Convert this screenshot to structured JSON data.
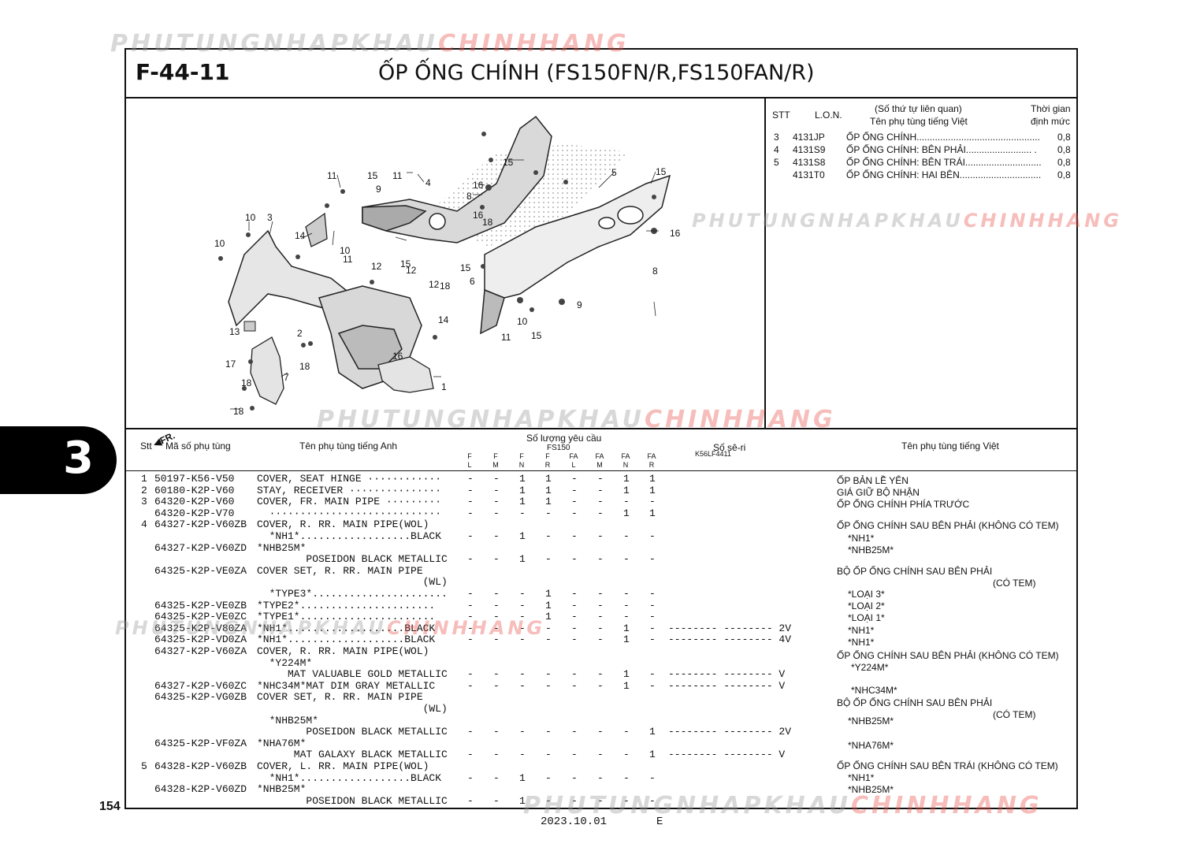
{
  "watermark": {
    "part1": "PHUTUNGNHAPKHAU",
    "part2": "CHINHHANG"
  },
  "header": {
    "code": "F-44-11",
    "title": "ỐP ỐNG CHÍNH (FS150FN/R,FS150FAN/R)"
  },
  "diagram": {
    "ref_code": "K56LF4411",
    "fr_label": "FR.",
    "callouts": [
      "15",
      "16",
      "8",
      "11",
      "15",
      "11",
      "4",
      "9",
      "16",
      "5",
      "15",
      "10",
      "3",
      "18",
      "11",
      "14",
      "6",
      "18",
      "10",
      "10",
      "15",
      "16",
      "12",
      "12",
      "12",
      "15",
      "8",
      "13",
      "2",
      "14",
      "9",
      "10",
      "16",
      "18",
      "17",
      "7",
      "11",
      "15",
      "18",
      "1",
      "18"
    ]
  },
  "summary": {
    "headers": {
      "stt": "STT",
      "lon": "L.O.N.",
      "related": "(Số thứ tự liên quan)",
      "name_vn": "Tên phụ tùng tiếng Việt",
      "time1": "Thời gian",
      "time2": "định mức"
    },
    "rows": [
      {
        "stt": "3",
        "lon": "4131JP",
        "name": "ỐP ỐNG CHÍNH...............................................",
        "time": "0,8"
      },
      {
        "stt": "4",
        "lon": "4131S9",
        "name": "ỐP ỐNG CHÍNH: BÊN PHẢI......................... .",
        "time": "0,8"
      },
      {
        "stt": "5",
        "lon": "4131S8",
        "name": "ỐP ỐNG CHÍNH: BÊN TRÁI.............................",
        "time": "0,8"
      },
      {
        "stt": "",
        "lon": "4131T0",
        "name": "ỐP ỐNG CHÍNH: HAI BÊN...............................",
        "time": "0,8"
      }
    ]
  },
  "parts_header": {
    "stt": "Stt",
    "part_no": "Mã số phụ tùng",
    "name_en": "Tên phụ tùng tiếng Anh",
    "qty": "Số lượng yêu cầu",
    "model": "FS150",
    "cols": [
      [
        "F",
        "L"
      ],
      [
        "F",
        "M"
      ],
      [
        "F",
        "N"
      ],
      [
        "F",
        "R"
      ],
      [
        "FA",
        "L"
      ],
      [
        "FA",
        "M"
      ],
      [
        "FA",
        "N"
      ],
      [
        "FA",
        "R"
      ]
    ],
    "serial": "Số sê-ri",
    "name_vn": "Tên phụ tùng tiếng Việt"
  },
  "parts": [
    {
      "stt": "1",
      "pn": "50197-K56-V50",
      "en": "COVER, SEAT HINGE ············",
      "q": "- - 1 1 - - 1 1",
      "s": ""
    },
    {
      "stt": "2",
      "pn": "60180-K2P-V60",
      "en": "STAY, RECEIVER ···············",
      "q": "- - 1 1 - - 1 1",
      "s": ""
    },
    {
      "stt": "3",
      "pn": "64320-K2P-V60",
      "en": "COVER, FR. MAIN PIPE ·········",
      "q": "- - 1 1 - - - -",
      "s": ""
    },
    {
      "stt": "",
      "pn": "64320-K2P-V70",
      "en": "  ····························",
      "q": "- - - - - - 1 1",
      "s": ""
    },
    {
      "stt": "4",
      "pn": "64327-K2P-V60ZB",
      "en": "COVER, R. RR. MAIN PIPE(WOL)",
      "q": "",
      "s": ""
    },
    {
      "stt": "",
      "pn": "",
      "en": "  *NH1*..................BLACK",
      "q": "- - 1 - - - - -",
      "s": ""
    },
    {
      "stt": "",
      "pn": "64327-K2P-V60ZD",
      "en": "*NHB25M*",
      "q": "",
      "s": ""
    },
    {
      "stt": "",
      "pn": "",
      "en": "        POSEIDON BLACK METALLIC",
      "q": "- - 1 - - - - -",
      "s": ""
    },
    {
      "stt": "",
      "pn": "64325-K2P-VE0ZA",
      "en": "COVER SET, R. RR. MAIN PIPE",
      "q": "",
      "s": ""
    },
    {
      "stt": "",
      "pn": "",
      "en": "                           (WL)",
      "q": "",
      "s": ""
    },
    {
      "stt": "",
      "pn": "",
      "en": "  *TYPE3*......................",
      "q": "- - - 1 - - - -",
      "s": ""
    },
    {
      "stt": "",
      "pn": "64325-K2P-VE0ZB",
      "en": "*TYPE2*......................",
      "q": "- - - 1 - - - -",
      "s": ""
    },
    {
      "stt": "",
      "pn": "64325-K2P-VE0ZC",
      "en": "*TYPE1*......................",
      "q": "- - - 1 - - - -",
      "s": ""
    },
    {
      "stt": "",
      "pn": "64325-K2P-V80ZA",
      "en": "*NH1*...................BLACK",
      "q": "- - - - - - 1 -",
      "s": "-------- -------- 2V"
    },
    {
      "stt": "",
      "pn": "64325-K2P-VD0ZA",
      "en": "*NH1*...................BLACK",
      "q": "- - - - - - 1 -",
      "s": "-------- -------- 4V"
    },
    {
      "stt": "",
      "pn": "64327-K2P-V60ZA",
      "en": "COVER, R. RR. MAIN PIPE(WOL)",
      "q": "",
      "s": ""
    },
    {
      "stt": "",
      "pn": "",
      "en": "  *Y224M*",
      "q": "",
      "s": ""
    },
    {
      "stt": "",
      "pn": "",
      "en": "     MAT VALUABLE GOLD METALLIC",
      "q": "- - - - - - 1 -",
      "s": "-------- -------- V"
    },
    {
      "stt": "",
      "pn": "64327-K2P-V60ZC",
      "en": "*NHC34M*MAT DIM GRAY METALLIC",
      "q": "- - - - - - 1 -",
      "s": "-------- -------- V"
    },
    {
      "stt": "",
      "pn": "64325-K2P-VG0ZB",
      "en": "COVER SET, R. RR. MAIN PIPE",
      "q": "",
      "s": ""
    },
    {
      "stt": "",
      "pn": "",
      "en": "                           (WL)",
      "q": "",
      "s": ""
    },
    {
      "stt": "",
      "pn": "",
      "en": "  *NHB25M*",
      "q": "",
      "s": ""
    },
    {
      "stt": "",
      "pn": "",
      "en": "        POSEIDON BLACK METALLIC",
      "q": "- - - - - - - 1",
      "s": "-------- -------- 2V"
    },
    {
      "stt": "",
      "pn": "64325-K2P-VF0ZA",
      "en": "*NHA76M*",
      "q": "",
      "s": ""
    },
    {
      "stt": "",
      "pn": "",
      "en": "      MAT GALAXY BLACK METALLIC",
      "q": "- - - - - - - 1",
      "s": "-------- -------- V"
    },
    {
      "stt": "5",
      "pn": "64328-K2P-V60ZB",
      "en": "COVER, L. RR. MAIN PIPE(WOL)",
      "q": "",
      "s": ""
    },
    {
      "stt": "",
      "pn": "",
      "en": "  *NH1*..................BLACK",
      "q": "- - 1 - - - - -",
      "s": ""
    },
    {
      "stt": "",
      "pn": "64328-K2P-V60ZD",
      "en": "*NHB25M*",
      "q": "",
      "s": ""
    },
    {
      "stt": "",
      "pn": "",
      "en": "        POSEIDON BLACK METALLIC",
      "q": "- - 1 - - - - -",
      "s": ""
    }
  ],
  "vn_names": [
    "ỐP BẢN LỀ YÊN",
    "GIÁ GIỮ BỘ NHẬN",
    "ỐP ỐNG CHÍNH PHÍA TRƯỚC",
    "ỐP ỐNG CHÍNH SAU BÊN PHẢI (KHÔNG CÓ TEM)",
    "*NH1*",
    "*NHB25M*",
    "BỘ ỐP ỐNG CHÍNH SAU BÊN PHẢI",
    "(CÓ TEM)",
    "*LOẠI 3*",
    "*LOẠI 2*",
    "*LOẠI 1*",
    "*NH1*",
    "*NH1*",
    "ỐP ỐNG CHÍNH SAU BÊN PHẢI (KHÔNG CÓ TEM)",
    "*Y224M*",
    "*NHC34M*",
    "BỘ ỐP ỐNG CHÍNH SAU BÊN PHẢI",
    "(CÓ TEM)",
    "*NHB25M*",
    "*NHA76M*",
    "ỐP ỐNG CHÍNH SAU BÊN TRÁI (KHÔNG CÓ TEM)",
    "*NH1*",
    "*NHB25M*"
  ],
  "chapter": "3",
  "page_number": "154",
  "footer": {
    "date": "2023.10.01",
    "edition": "E"
  }
}
